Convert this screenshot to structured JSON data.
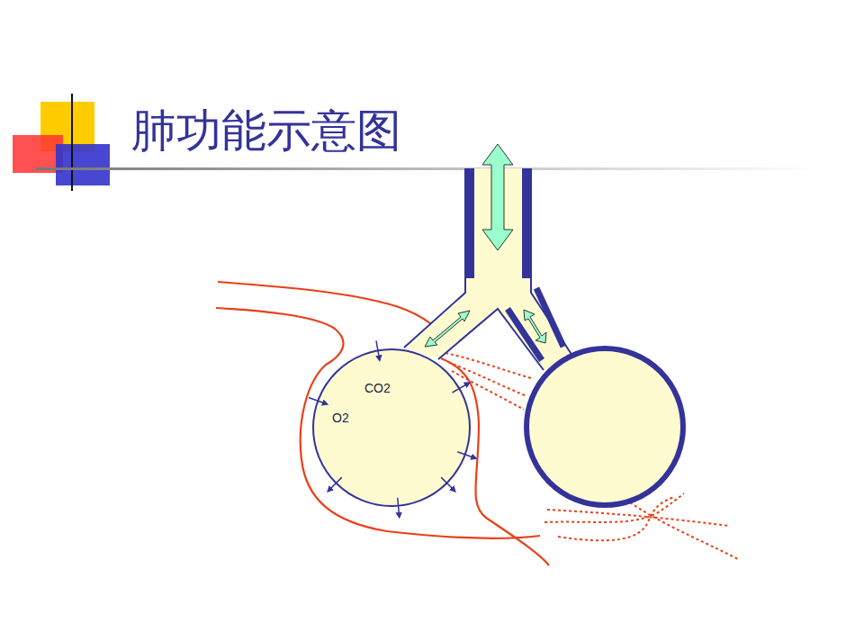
{
  "diagram": {
    "title": "肺功能示意图",
    "nodes": [
      {
        "text": [
          "CO2",
          "O2"
        ]
      }
    ]
  }
}
